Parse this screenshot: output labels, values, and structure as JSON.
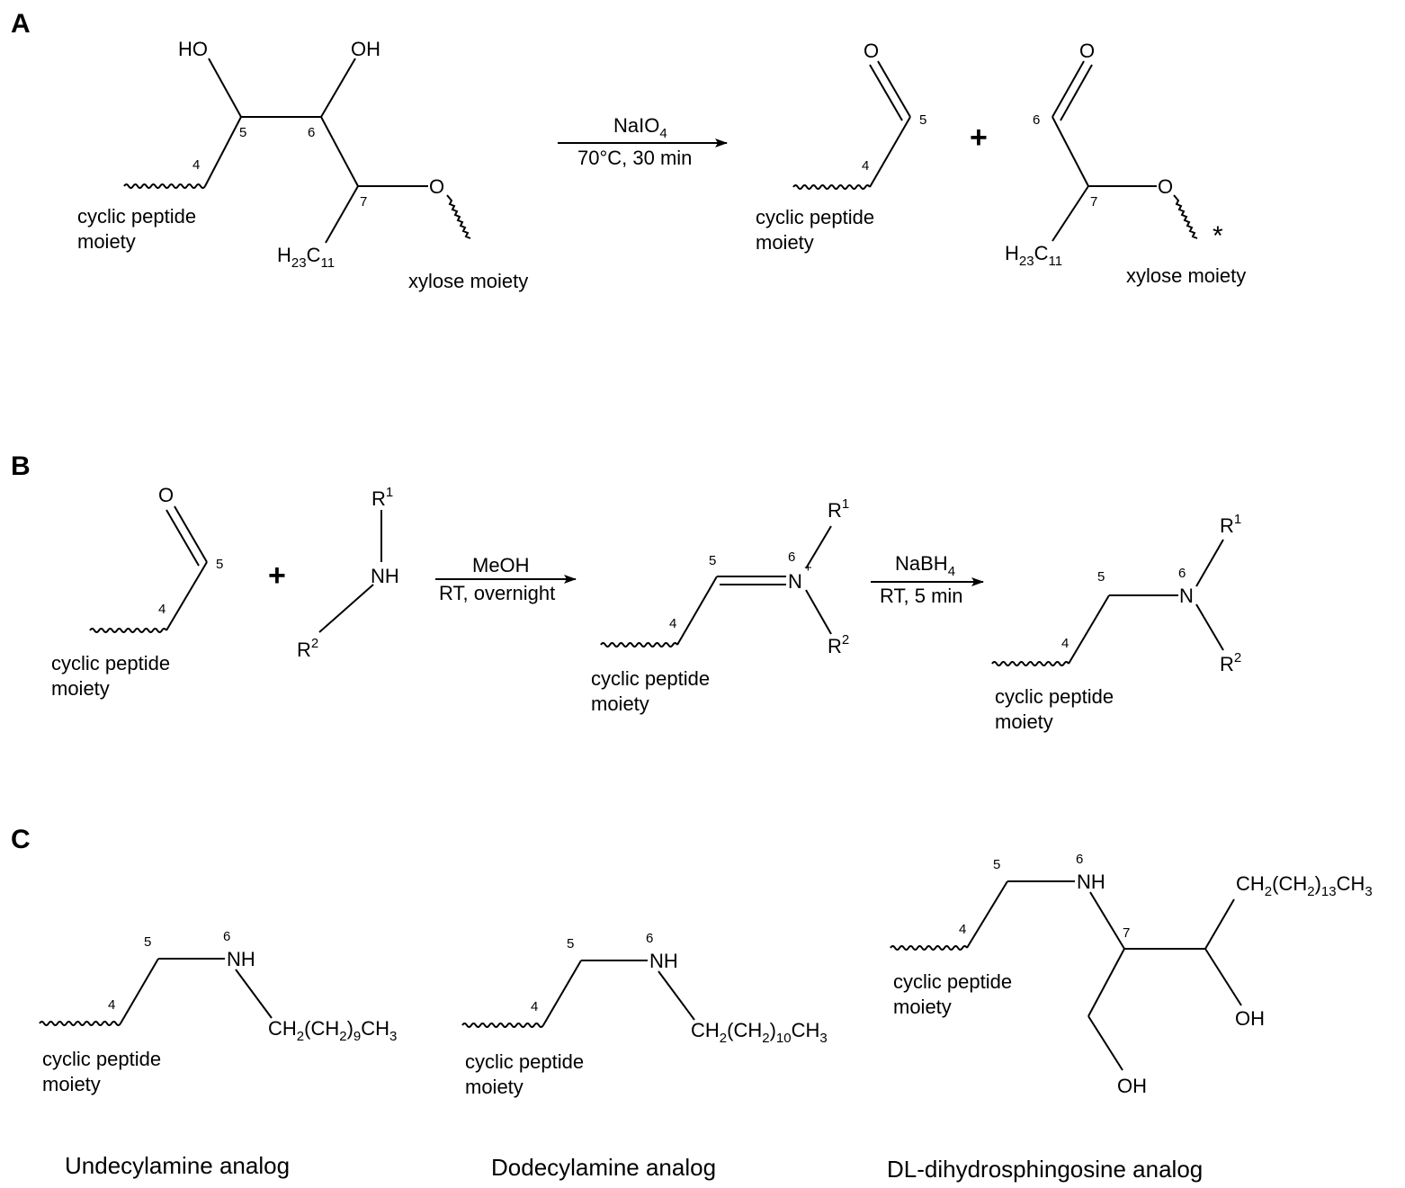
{
  "panels": {
    "a": "A",
    "b": "B",
    "c": "C"
  },
  "atoms": {
    "ho": "HO",
    "oh": "OH",
    "o": "O",
    "nh": "NH",
    "n": "N",
    "plus_charge": "+",
    "r": "R",
    "sup1": "1",
    "sup2": "2",
    "h": "H",
    "c": "C",
    "n23": "23",
    "n11": "11",
    "star": "*"
  },
  "numbers": {
    "n4": "4",
    "n5": "5",
    "n6": "6",
    "n7": "7"
  },
  "moieties": {
    "cyclic_line1": "cyclic peptide",
    "cyclic_line2": "moiety",
    "xylose": "xylose moiety"
  },
  "operators": {
    "plus": "+"
  },
  "reactions": {
    "periodate": {
      "reagent_main": "NaIO",
      "reagent_sub": "4",
      "conditions": "70°C, 30 min"
    },
    "imine": {
      "reagent": "MeOH",
      "conditions": "RT, overnight"
    },
    "reduction": {
      "reagent_main": "NaBH",
      "reagent_sub": "4",
      "conditions": "RT, 5 min"
    }
  },
  "chains": {
    "ch2": "CH",
    "two": "2",
    "open_ch2": "(CH",
    "close": ")",
    "ch3": "CH",
    "three": "3",
    "undecyl_n": "9",
    "dodecyl_n": "10",
    "sphingo_n": "13"
  },
  "captions": {
    "undecylamine": "Undecylamine analog",
    "dodecylamine": "Dodecylamine analog",
    "sphingosine": "DL-dihydrosphingosine analog"
  }
}
